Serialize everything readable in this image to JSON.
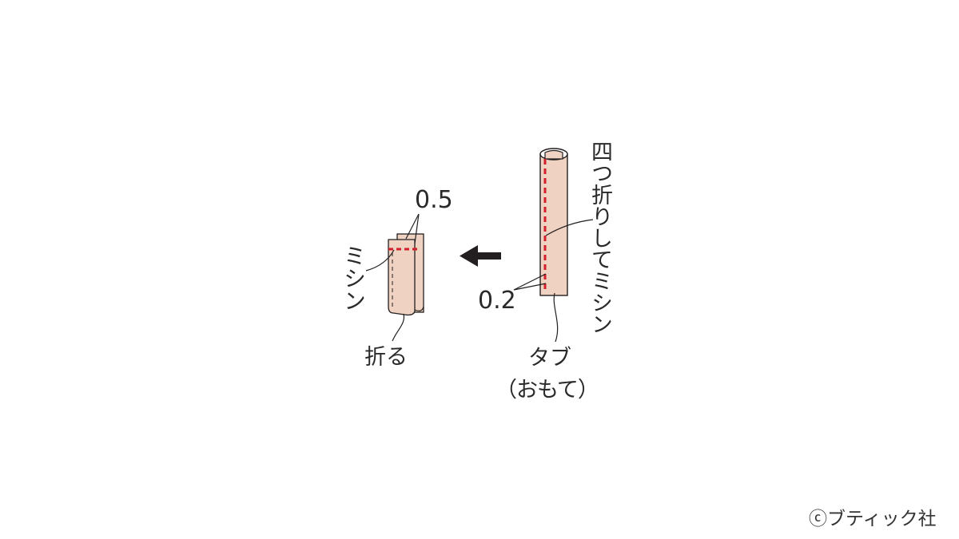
{
  "labels": {
    "fold_four_stitch": "四つ折りしてミシン",
    "seam_02": "0.2",
    "tab": "タブ",
    "right_side": "（おもて）",
    "seam_05": "0.5",
    "machine_stitch": "ミシン",
    "fold": "折る"
  },
  "credit": "ⓒブティック社",
  "colors": {
    "fabric": "#efd2c1",
    "stitch": "#d2202c",
    "outline": "#231f20",
    "arrow": "#231f20"
  }
}
